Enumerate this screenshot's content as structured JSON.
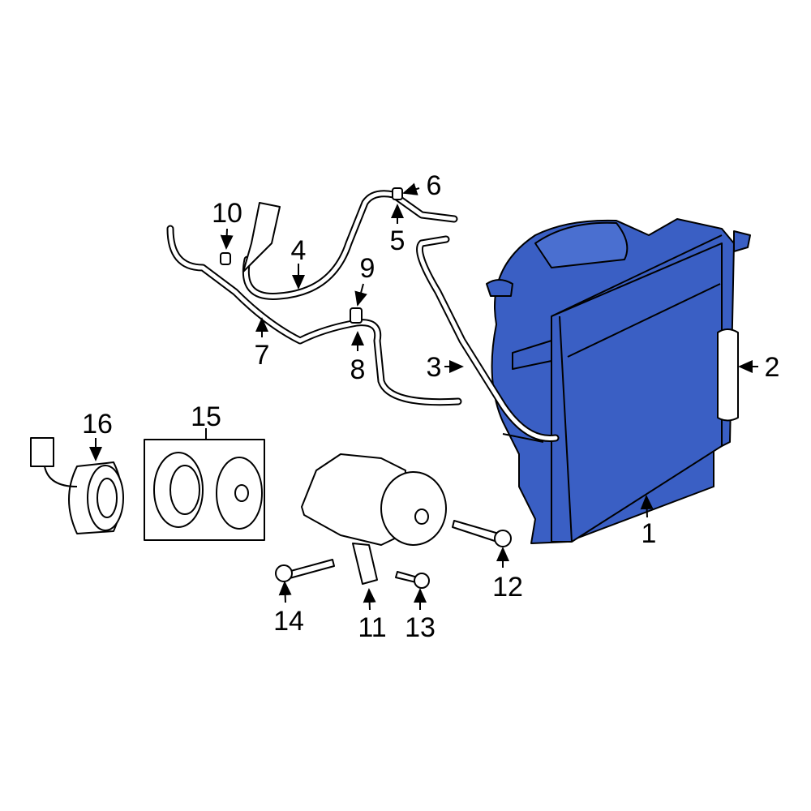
{
  "colors": {
    "highlight": "#3a5fc4",
    "line": "#000000",
    "background": "#ffffff"
  },
  "callouts": [
    {
      "id": "1",
      "label": "1",
      "highlighted": true
    },
    {
      "id": "2",
      "label": "2"
    },
    {
      "id": "3",
      "label": "3"
    },
    {
      "id": "4",
      "label": "4"
    },
    {
      "id": "5",
      "label": "5"
    },
    {
      "id": "6",
      "label": "6"
    },
    {
      "id": "7",
      "label": "7"
    },
    {
      "id": "8",
      "label": "8"
    },
    {
      "id": "9",
      "label": "9"
    },
    {
      "id": "10",
      "label": "10"
    },
    {
      "id": "11",
      "label": "11"
    },
    {
      "id": "12",
      "label": "12"
    },
    {
      "id": "13",
      "label": "13"
    },
    {
      "id": "14",
      "label": "14"
    },
    {
      "id": "15",
      "label": "15"
    },
    {
      "id": "16",
      "label": "16"
    }
  ]
}
